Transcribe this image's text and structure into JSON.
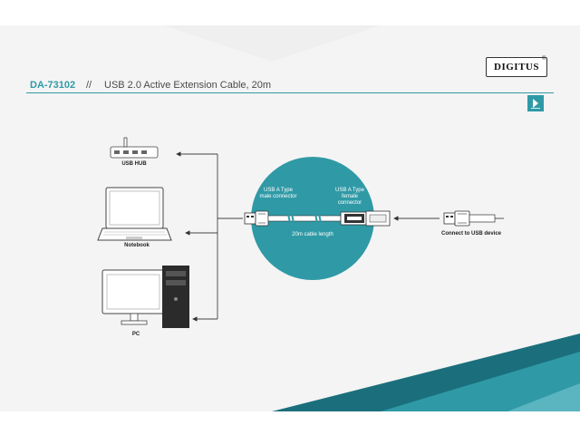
{
  "header": {
    "model": "DA-73102",
    "separator": "//",
    "title": "USB 2.0 Active Extension Cable, 20m",
    "brand": "DIGITUS",
    "brand_mark": "®"
  },
  "devices": {
    "hub_label": "USB HUB",
    "notebook_label": "Notebook",
    "pc_label": "PC"
  },
  "cable": {
    "male_label": "USB A Type male connector",
    "female_label": "USB A Type female connector",
    "length_label": "20m cable length",
    "device_label": "Connect to USB device"
  },
  "colors": {
    "accent": "#2f9aa6",
    "accent_dark": "#1b6f7c",
    "background": "#f4f4f4"
  },
  "icons": [
    "next-arrow-icon",
    "usb-hub-icon",
    "notebook-icon",
    "pc-icon",
    "usb-male-plug-icon",
    "usb-female-socket-icon"
  ]
}
